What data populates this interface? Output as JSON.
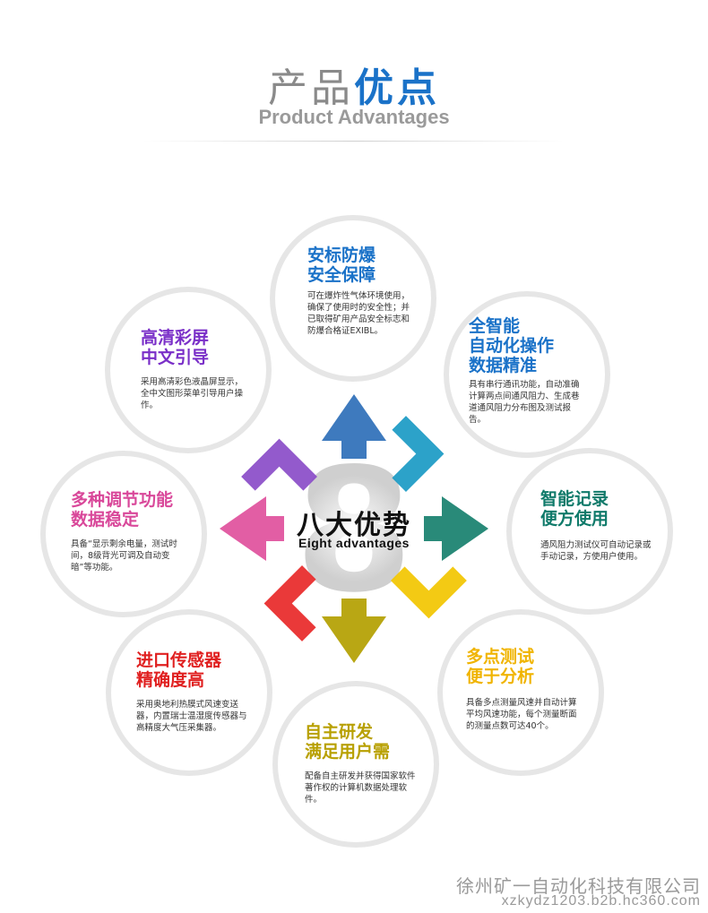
{
  "header": {
    "title_gray": "产品",
    "title_blue": "优点",
    "subtitle": "Product Advantages"
  },
  "center": {
    "title": "八大优势",
    "subtitle": "Eight advantages",
    "number": "8"
  },
  "advantages": [
    {
      "title_line1": "安标防爆",
      "title_line2": "安全保障",
      "color": "#1a72c8",
      "desc": "可在爆炸性气体环境使用，确保了使用时的安全性；并已取得矿用产品安全标志和防爆合格证EXIBL。"
    },
    {
      "title_line1": "全智能",
      "title_line2": "自动化操作",
      "title_line3": "数据精准",
      "color": "#1a72c8",
      "desc": "具有串行通讯功能，自动准确计算两点间通风阻力、生成巷道通风阻力分布图及测试报告。"
    },
    {
      "title_line1": "智能记录",
      "title_line2": "便方使用",
      "color": "#0f7a6a",
      "desc": "通风阻力测试仪可自动记录或手动记录，方使用户使用。"
    },
    {
      "title_line1": "多点测试",
      "title_line2": "便于分析",
      "color": "#f0b400",
      "desc": "具备多点测量风速并自动计算平均风速功能，每个测量断面的测量点数可达40个。"
    },
    {
      "title_line1": "自主研发",
      "title_line2": "满足用户需",
      "color": "#b8a000",
      "desc": "配备自主研发并获得国家软件著作权的计算机数据处理软件。"
    },
    {
      "title_line1": "进口传感器",
      "title_line2": "精确度高",
      "color": "#e02020",
      "desc": "采用奥地利热膜式风速变送器，内置瑞士温湿度传感器与高精度大气压采集器。"
    },
    {
      "title_line1": "多种调节功能",
      "title_line2": "数据稳定",
      "color": "#d9489a",
      "desc": "具备“显示剩余电量，测试时间，8级背光可调及自动变暗”等功能。"
    },
    {
      "title_line1": "高清彩屏",
      "title_line2": "中文引导",
      "color": "#7a2fc8",
      "desc": "采用高清彩色液晶屏显示，全中文图形菜单引导用户操作。"
    }
  ],
  "arrow_colors": {
    "up": "#2e6fb8",
    "up_right": "#1a9ac4",
    "right": "#17806e",
    "down_right": "#f2c500",
    "down": "#b3a000",
    "down_left": "#e82828",
    "left": "#e0509c",
    "up_left": "#8a4cc8"
  },
  "footer": {
    "company": "徐州矿一自动化科技有限公司",
    "url": "xzkydz1203.b2b.hc360.com"
  }
}
